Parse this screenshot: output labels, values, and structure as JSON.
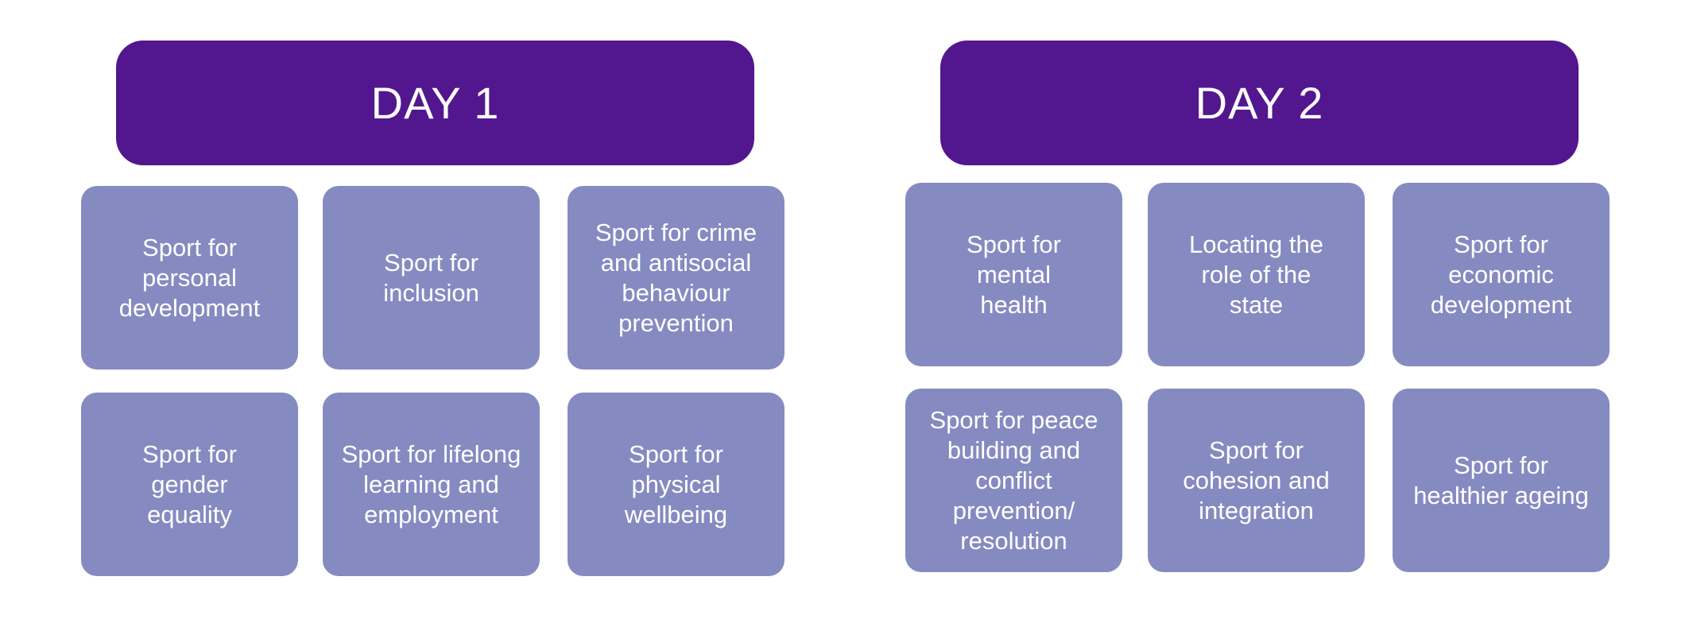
{
  "colors": {
    "header_bg": "#52178e",
    "box_bg": "#858bc1",
    "text": "#ffffff"
  },
  "day1": {
    "title": "DAY 1",
    "topics": [
      "Sport for\npersonal\ndevelopment",
      "Sport for\ninclusion",
      "Sport for crime\nand antisocial\nbehaviour\nprevention",
      "Sport for\ngender\nequality",
      "Sport for lifelong\nlearning and\nemployment",
      "Sport for\nphysical\nwellbeing"
    ]
  },
  "day2": {
    "title": "DAY 2",
    "topics": [
      "Sport for\nmental\nhealth",
      "Locating the\nrole of the\nstate",
      "Sport for\neconomic\ndevelopment",
      "Sport for peace\nbuilding and\nconflict\nprevention/\nresolution",
      "Sport for\ncohesion and\nintegration",
      "Sport for\nhealthier ageing"
    ]
  }
}
